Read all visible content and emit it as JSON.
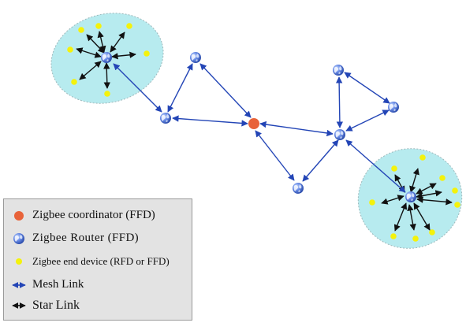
{
  "colors": {
    "coordinator": "#e8633a",
    "router": "#4a72d6",
    "end_device": "#f4f20c",
    "mesh_link": "#2345b6",
    "star_link": "#111111",
    "cluster_fill": "#b7ebef",
    "legend_bg": "#e3e3e3"
  },
  "icons": {
    "coordinator": "orange-circle",
    "router": "globe",
    "end_device": "yellow-dot",
    "mesh_link": "blue-double-arrow",
    "star_link": "black-double-arrow"
  },
  "legend": {
    "coordinator_label": "Zigbee coordinator (FFD)",
    "router_label": "Zigbee Router (FFD)",
    "end_device_label": "Zigbee end device (RFD or FFD)",
    "mesh_link_label": "Mesh Link",
    "star_link_label": "Star Link"
  }
}
